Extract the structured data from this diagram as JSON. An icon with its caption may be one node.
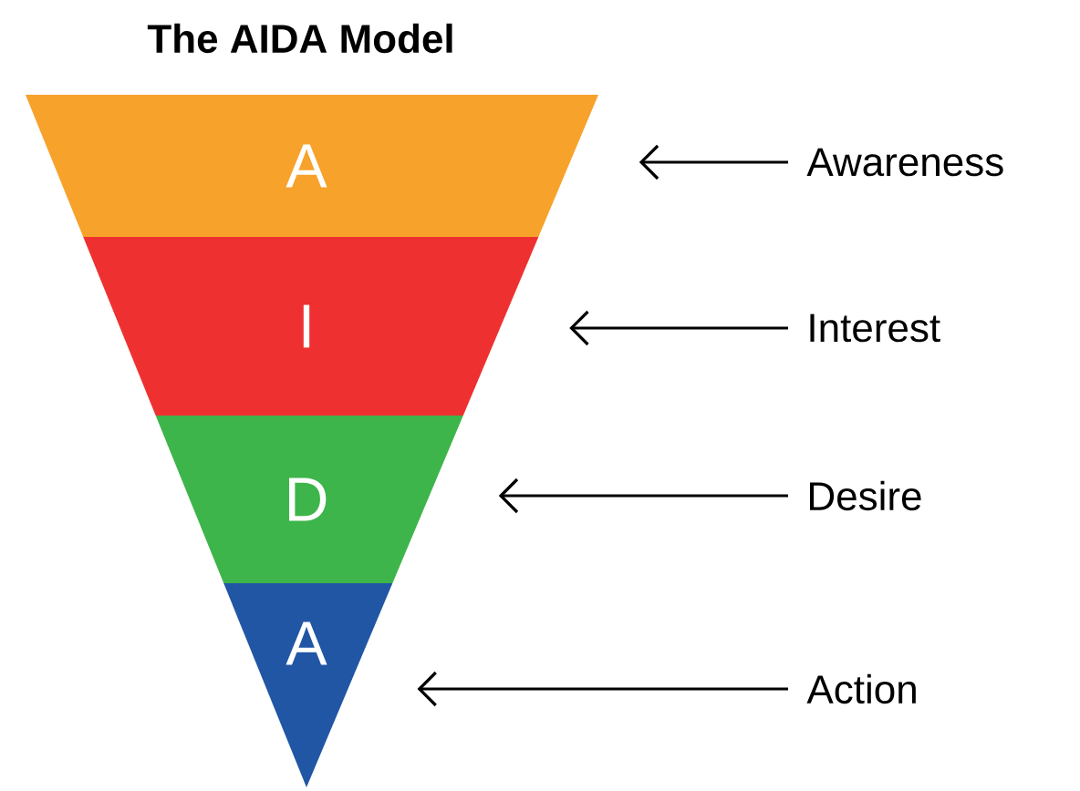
{
  "diagram": {
    "title": "The AIDA Model",
    "nodes": [
      {
        "text": [
          "A"
        ]
      },
      {
        "text": [
          "I"
        ]
      },
      {
        "text": [
          "D"
        ]
      },
      {
        "text": [
          "A"
        ]
      },
      {
        "text": [
          "Awareness"
        ]
      },
      {
        "text": [
          "Interest"
        ]
      },
      {
        "text": [
          "Desire"
        ]
      },
      {
        "text": [
          "Action"
        ]
      }
    ],
    "edges": [
      {
        "from": 4,
        "to": 0,
        "arrow": "to"
      },
      {
        "from": 5,
        "to": 1,
        "arrow": "to"
      },
      {
        "from": 6,
        "to": 2,
        "arrow": "to"
      },
      {
        "from": 7,
        "to": 3,
        "arrow": "to"
      }
    ]
  }
}
